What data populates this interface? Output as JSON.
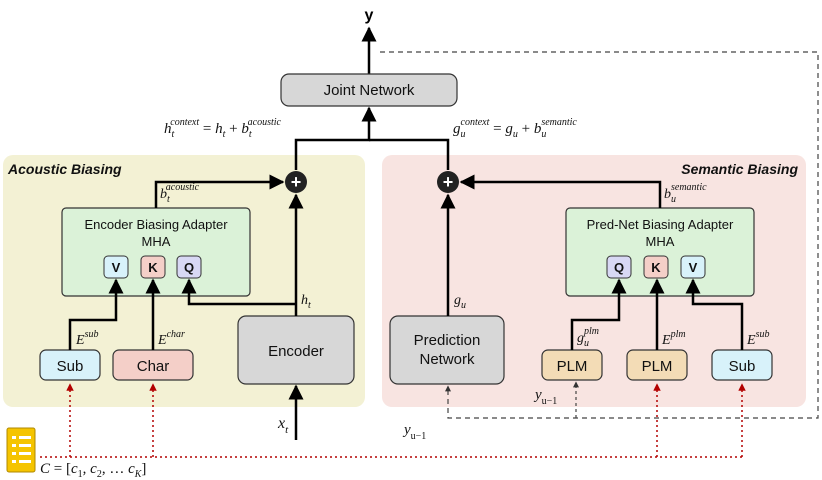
{
  "output": {
    "label": "y"
  },
  "joint_network": {
    "label": "Joint Network"
  },
  "acoustic": {
    "title": "Acoustic Biasing",
    "context_eq": "h_t^context = h_t + b_t^acoustic",
    "bias_out": "b_t^acoustic",
    "adapter": {
      "title": "Encoder Biasing Adapter",
      "subtitle": "MHA",
      "keys": [
        "V",
        "K",
        "Q"
      ]
    },
    "sub": {
      "label": "Sub",
      "emb": "E^sub"
    },
    "char": {
      "label": "Char",
      "emb": "E^char"
    },
    "encoder": {
      "label": "Encoder",
      "hidden": "h_t",
      "input": "x_t"
    }
  },
  "semantic": {
    "title": "Semantic Biasing",
    "context_eq": "g_u^context = g_u + b_u^semantic",
    "bias_out": "b_u^semantic",
    "adapter": {
      "title": "Pred-Net Biasing Adapter",
      "subtitle": "MHA",
      "keys": [
        "Q",
        "K",
        "V"
      ]
    },
    "prediction": {
      "label_line1": "Prediction",
      "label_line2": "Network",
      "hidden": "g_u",
      "input": "y_{u-1}"
    },
    "plm1": {
      "label": "PLM",
      "emb": "g_u^plm",
      "input": "y_{u-1}"
    },
    "plm2": {
      "label": "PLM",
      "emb": "E^plm"
    },
    "sub": {
      "label": "Sub",
      "emb": "E^sub"
    }
  },
  "context_list": {
    "text": "C = [c_1, c_2, … c_K]"
  },
  "colors": {
    "acoustic_bg": "#f3f1d4",
    "semantic_bg": "#f8e4e1",
    "adapter_bg": "#dbf2d8",
    "v_key": "#d8f2fa",
    "k_key": "#f4cfc8",
    "q_key": "#d8d8f4",
    "gray_box": "#d7d7d7",
    "sub_box": "#d8f2fa",
    "char_box": "#f4cfc8",
    "plm_box": "#f3dcb6",
    "red_dotted": "#b30000"
  }
}
